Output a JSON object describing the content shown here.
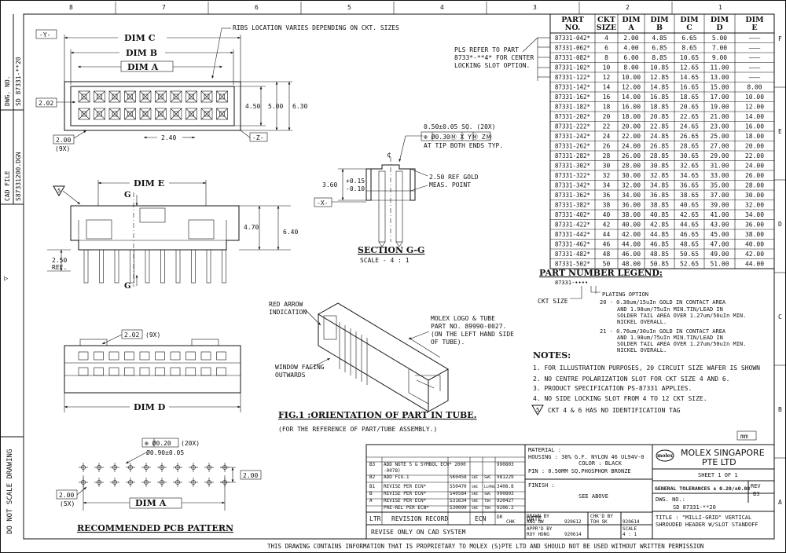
{
  "zones_top": [
    "8",
    "7",
    "6",
    "5",
    "4",
    "3",
    "2",
    "1"
  ],
  "zones_side": [
    "F",
    "E",
    "D",
    "C",
    "B",
    "A"
  ],
  "left_strip": {
    "dwg_no_label": "DWG. NO.",
    "dwg_no": "SD 87331-**20",
    "cad_file_label": "CAD FILE",
    "cad_file": "S87331200.DGN",
    "do_not_scale": "DO NOT SCALE DRAWING",
    "arrow": "▷"
  },
  "top_view": {
    "ref_y": "-Y-",
    "ribs_note": "RIBS LOCATION VARIES DEPENDING ON CKT. SIZES",
    "dim_c": "DIM C",
    "dim_b": "DIM B",
    "dim_a": "DIM A",
    "d_450": "4.50",
    "d_500": "5.00",
    "d_630": "6.30",
    "d_202": "2.02",
    "d_200": "2.00",
    "d_9x": "(9X)",
    "d_240": "2.40",
    "ref_z": "-Z-"
  },
  "section_view": {
    "pin_note": "0.50±0.05 SQ. (20X)",
    "tol_frame": "⊕ Ø0.30Ⓜ X YⓂ ZⓂ",
    "tip_note": "AT TIP BOTH ENDS TYP.",
    "cl": "¢",
    "d_360": "3.60",
    "d_plus": "+0.15",
    "d_minus": "-0.10",
    "d_250": "2.50 REF GOLD",
    "meas_point": "MEAS. POINT",
    "ref_x": "-X-",
    "title": "SECTION G-G",
    "scale": "SCALE - 4 : 1"
  },
  "front_view": {
    "flag": "5",
    "dim_e": "DIM E",
    "g_top": "G",
    "g_bot": "G",
    "d_470": "4.70",
    "d_640": "6.40",
    "d_250": "2.50",
    "ref": "REF."
  },
  "bottom_view": {
    "d_202": "2.02",
    "d_9x": "(9X)",
    "dim_d": "DIM D"
  },
  "tube": {
    "red_arrow": "RED ARROW",
    "indication": "INDICATION",
    "molex_logo_1": "MOLEX LOGO & TUBE",
    "molex_logo_2": "PART NO. 89990-0027.",
    "molex_logo_3": "(ON THE LEFT HAND SIDE",
    "molex_logo_4": "OF TUBE).",
    "window_1": "WINDOW FACING",
    "window_2": "OUTWARDS",
    "fig_title": "FIG.1 :ORIENTATION  OF PART  IN  TUBE.",
    "fig_sub": "(FOR THE REFERENCE OF PART/TUBE ASSEMBLY.)"
  },
  "pcb": {
    "tol_frame": "⊕ Ø0.20",
    "count": "(20X)",
    "hole": "Ø0.90±0.05",
    "d_200r": "2.00",
    "d_200l": "2.00",
    "d_5x": "(5X)",
    "dim_a": "DIM A",
    "title": "RECOMMENDED PCB PATTERN"
  },
  "pls_note": [
    "PLS REFER TO PART",
    "8733*-**4* FOR CENTER",
    "LOCKING SLOT OPTION."
  ],
  "part_table": {
    "headers": [
      [
        "PART",
        "NO."
      ],
      [
        "CKT",
        "SIZE"
      ],
      [
        "DIM",
        "A"
      ],
      [
        "DIM",
        "B"
      ],
      [
        "DIM",
        "C"
      ],
      [
        "DIM",
        "D"
      ],
      [
        "DIM",
        "E"
      ]
    ],
    "rows": [
      [
        "87331-042*",
        "4",
        "2.00",
        "4.85",
        "6.65",
        "5.00",
        "———"
      ],
      [
        "87331-062*",
        "6",
        "4.00",
        "6.85",
        "8.65",
        "7.00",
        "———"
      ],
      [
        "87331-082*",
        "8",
        "6.00",
        "8.85",
        "10.65",
        "9.00",
        "———"
      ],
      [
        "87331-102*",
        "10",
        "8.00",
        "10.85",
        "12.65",
        "11.00",
        "———"
      ],
      [
        "87331-122*",
        "12",
        "10.00",
        "12.85",
        "14.65",
        "13.00",
        "———"
      ],
      [
        "87331-142*",
        "14",
        "12.00",
        "14.85",
        "16.65",
        "15.00",
        "8.00"
      ],
      [
        "87331-162*",
        "16",
        "14.00",
        "16.85",
        "18.65",
        "17.00",
        "10.00"
      ],
      [
        "87331-182*",
        "18",
        "16.00",
        "18.85",
        "20.65",
        "19.00",
        "12.00"
      ],
      [
        "87331-202*",
        "20",
        "18.00",
        "20.85",
        "22.65",
        "21.00",
        "14.00"
      ],
      [
        "87331-222*",
        "22",
        "20.00",
        "22.85",
        "24.65",
        "23.00",
        "16.00"
      ],
      [
        "87331-242*",
        "24",
        "22.00",
        "24.85",
        "26.65",
        "25.00",
        "18.00"
      ],
      [
        "87331-262*",
        "26",
        "24.00",
        "26.85",
        "28.65",
        "27.00",
        "20.00"
      ],
      [
        "87331-282*",
        "28",
        "26.00",
        "28.85",
        "30.65",
        "29.00",
        "22.00"
      ],
      [
        "87331-302*",
        "30",
        "28.00",
        "30.85",
        "32.65",
        "31.00",
        "24.00"
      ],
      [
        "87331-322*",
        "32",
        "30.00",
        "32.85",
        "34.65",
        "33.00",
        "26.00"
      ],
      [
        "87331-342*",
        "34",
        "32.00",
        "34.85",
        "36.65",
        "35.00",
        "28.00"
      ],
      [
        "87331-362*",
        "36",
        "34.00",
        "36.85",
        "38.65",
        "37.00",
        "30.00"
      ],
      [
        "87331-382*",
        "38",
        "36.00",
        "38.85",
        "40.65",
        "39.00",
        "32.00"
      ],
      [
        "87331-402*",
        "40",
        "38.00",
        "40.85",
        "42.65",
        "41.00",
        "34.00"
      ],
      [
        "87331-422*",
        "42",
        "40.00",
        "42.85",
        "44.65",
        "43.00",
        "36.00"
      ],
      [
        "87331-442*",
        "44",
        "42.00",
        "44.85",
        "46.65",
        "45.00",
        "38.00"
      ],
      [
        "87331-462*",
        "46",
        "44.00",
        "46.85",
        "48.65",
        "47.00",
        "40.00"
      ],
      [
        "87331-482*",
        "48",
        "46.00",
        "48.85",
        "50.65",
        "49.00",
        "42.00"
      ],
      [
        "87331-502*",
        "50",
        "48.00",
        "50.85",
        "52.65",
        "51.00",
        "44.00"
      ]
    ]
  },
  "legend": {
    "title": "PART NUMBER LEGEND:",
    "code": "87331-••••",
    "plating": "PLATING OPTION",
    "ckt": "CKT SIZE",
    "opt20": [
      "20 -  0.38um/15uIn GOLD IN CONTACT AREA",
      "AND 1.98um/75uIn MIN.TIN/LEAD IN",
      "SOLDER TAIL AREA OVER 1.27um/50uIn MIN.",
      "NICKEL OVERALL."
    ],
    "opt21": [
      "21 -  0.76um/30uIn GOLD IN CONTACT AREA",
      "AND 1.98um/75uIn MIN.TIN/LEAD IN",
      "SOLDER TAIL AREA OVER 1.27um/50uIn MIN.",
      "NICKEL OVERALL."
    ]
  },
  "notes": {
    "title": "NOTES:",
    "items": [
      "1. FOR ILLUSTRATION PURPOSES, 20 CIRCUIT SIZE WAFER IS SHOWN",
      "2. NO CENTRE POLARIZATION SLOT FOR CKT SIZE 4 AND 6.",
      "3. PRODUCT SPECIFICATION PS-87331 APPLIES.",
      "4. NO SIDE LOCKING SLOT FROM 4 TO 12 CKT SIZE."
    ],
    "note5": "CKT 4 & 6 HAS NO IDENTIFICATION TAG",
    "note5_flag": "5",
    "units": "mm"
  },
  "revisions": {
    "rows": [
      [
        "B3",
        "ADD NOTE 5 & SYMBOL ECN* 2000",
        "",
        "",
        "",
        "990803"
      ],
      [
        "",
        "-0078)",
        "",
        "",
        "",
        ""
      ],
      [
        "B2",
        "ADD FIG.1",
        "SK0458",
        "SKE",
        "SWG",
        "981229"
      ],
      [
        "B1",
        "REVISE PER ECN*",
        "S50470",
        "SKE",
        "LLPNG",
        "3408.8"
      ],
      [
        "B",
        "REVISE PER ECN*",
        "S40584",
        "SKE",
        "SWG",
        "990803"
      ],
      [
        "A",
        "REVISE PER ECN*",
        "S31634",
        "SKE",
        "TOH",
        "920427"
      ],
      [
        "",
        "PRE-REL PER ECN*",
        "S30099",
        "SKE",
        "TOH",
        "9206.2"
      ]
    ],
    "hdr_ltr": "LTR",
    "hdr_record": "REVISION RECORD",
    "hdr_ecn": "ECN",
    "hdr_dr": "DR",
    "hdr_chk": "CHK",
    "hdr_date": "DATE",
    "cad_only": "REVISE ONLY ON CAD SYSTEM"
  },
  "title_block": {
    "material_label": "MATERIAL :",
    "material_1": "HOUSING : 30% G.F. NYLON 46 UL94V-0",
    "material_2": "COLOR : BLACK",
    "material_3": "PIN : 0.50MM SQ.PHOSPHOR BRONZE",
    "finish_label": "FINISH :",
    "finish_val": "SEE ABOVE",
    "drawn_label": "DRAWN BY",
    "drawn_by": "ANG GW",
    "drawn_date": "920612",
    "chkd_label": "CHK'D BY",
    "chkd_by": "TOH SK",
    "chkd_date": "920614",
    "apprd_label": "APPR'D BY",
    "apprd_by": "ROY HONG",
    "apprd_date": "920614",
    "scale_label": "SCALE",
    "scale_val": "4 : 1",
    "company_1": "MOLEX SINGAPORE",
    "company_2": "PTE LTD",
    "logo": "molex",
    "sheet": "SHEET 1 OF 1",
    "tolerance": "GENERAL TOLERANCES ± 0.20/±0.08",
    "rev_label": "REV",
    "rev_val": "B3",
    "dwg_no_label": "DWG. NO.:",
    "dwg_no": "SD 87331-**20",
    "title_1": "TITLE : \"MILLI-GRID\" VERTICAL",
    "title_2": "SHROUDED HEADER W/SLOT STANDOFF"
  },
  "footer": "THIS DRAWING CONTAINS INFORMATION THAT IS PROPRIETARY TO MOLEX (S)PTE LTD AND SHOULD NOT BE USED WITHOUT WRITTEN PERMISSION"
}
